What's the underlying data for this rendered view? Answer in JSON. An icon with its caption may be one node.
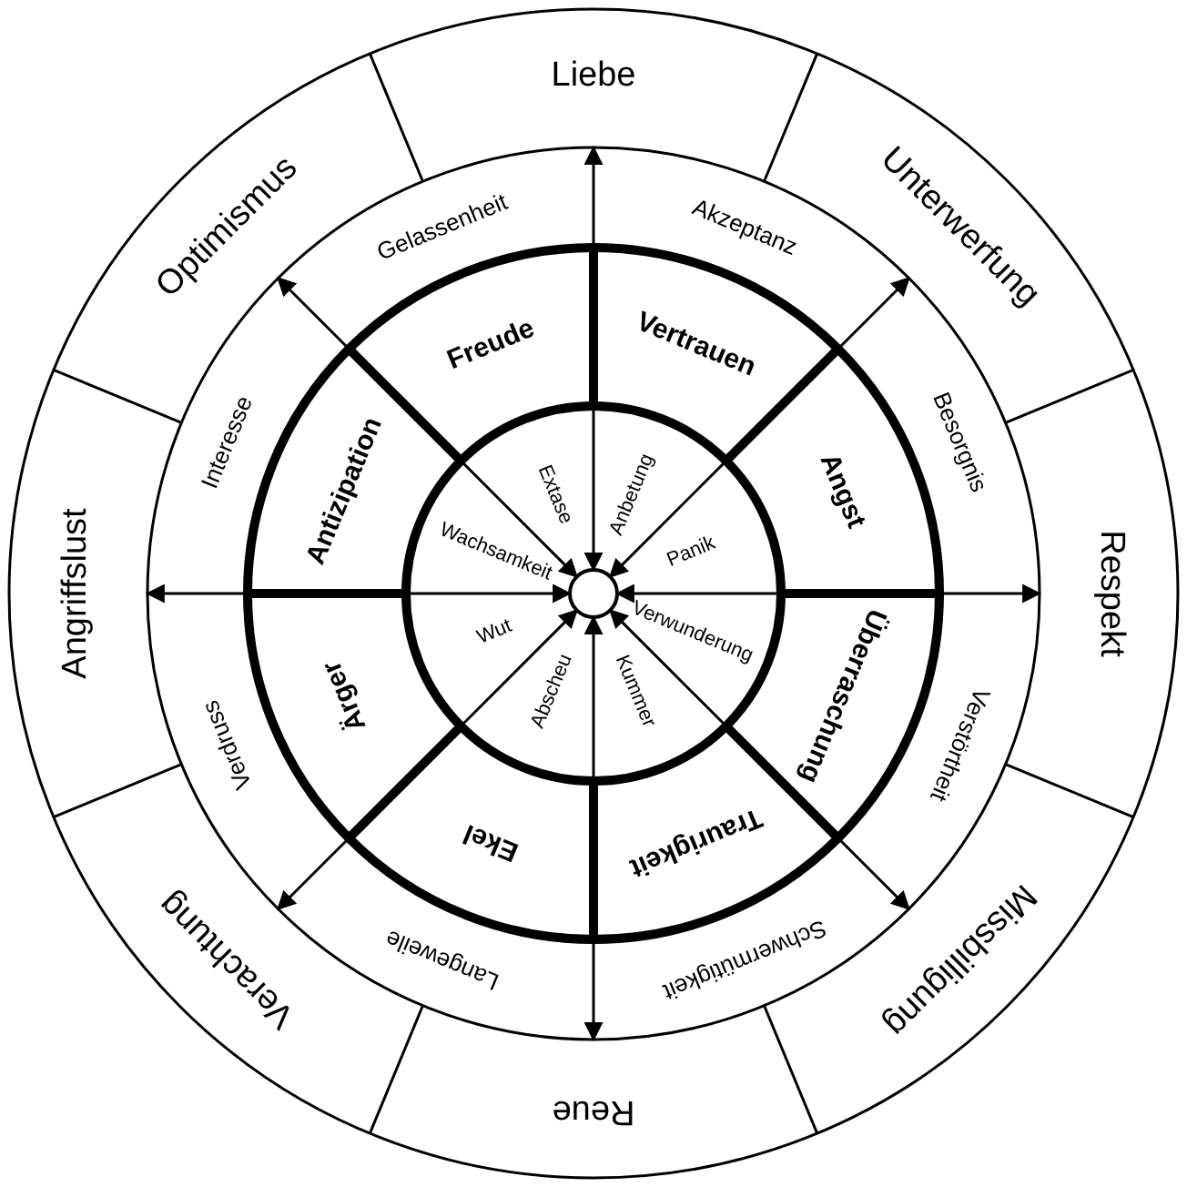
{
  "diagram": {
    "nodes": [
      {
        "text": [
          "Extase"
        ]
      },
      {
        "text": [
          "Anbetung"
        ]
      },
      {
        "text": [
          "Panik"
        ]
      },
      {
        "text": [
          "Verwunderung"
        ]
      },
      {
        "text": [
          "Kummer"
        ]
      },
      {
        "text": [
          "Abscheu"
        ]
      },
      {
        "text": [
          "Wut"
        ]
      },
      {
        "text": [
          "Wachsamkeit"
        ]
      },
      {
        "text": [
          "Freude"
        ]
      },
      {
        "text": [
          "Vertrauen"
        ]
      },
      {
        "text": [
          "Angst"
        ]
      },
      {
        "text": [
          "Überraschung"
        ]
      },
      {
        "text": [
          "Traurigkeit"
        ]
      },
      {
        "text": [
          "Ekel"
        ]
      },
      {
        "text": [
          "Ärger"
        ]
      },
      {
        "text": [
          "Antizipation"
        ]
      },
      {
        "text": [
          "Gelassenheit"
        ]
      },
      {
        "text": [
          "Akzeptanz"
        ]
      },
      {
        "text": [
          "Besorgnis"
        ]
      },
      {
        "text": [
          "Verstörtheit"
        ]
      },
      {
        "text": [
          "Schwermütigkeit"
        ]
      },
      {
        "text": [
          "Langeweile"
        ]
      },
      {
        "text": [
          "Verdruss"
        ]
      },
      {
        "text": [
          "Interesse"
        ]
      },
      {
        "text": [
          "Liebe"
        ]
      },
      {
        "text": [
          "Unterwerfung"
        ]
      },
      {
        "text": [
          "Respekt"
        ]
      },
      {
        "text": [
          "Missbilligung"
        ]
      },
      {
        "text": [
          "Reue"
        ]
      },
      {
        "text": [
          "Verachtung"
        ]
      },
      {
        "text": [
          "Angriffslust"
        ]
      },
      {
        "text": [
          "Optimismus"
        ]
      },
      {
        "text": [],
        "shape": "circle"
      }
    ],
    "edges": [
      {
        "from": 32,
        "to": 24,
        "arrow": "both"
      },
      {
        "from": 32,
        "to": 25,
        "arrow": "both"
      },
      {
        "from": 32,
        "to": 26,
        "arrow": "both"
      },
      {
        "from": 32,
        "to": 27,
        "arrow": "both"
      },
      {
        "from": 32,
        "to": 28,
        "arrow": "both"
      },
      {
        "from": 32,
        "to": 29,
        "arrow": "both"
      },
      {
        "from": 32,
        "to": 30,
        "arrow": "both"
      },
      {
        "from": 32,
        "to": 31,
        "arrow": "both"
      }
    ]
  }
}
